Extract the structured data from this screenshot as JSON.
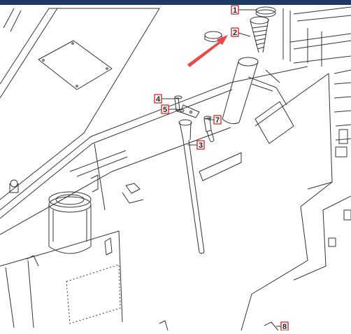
{
  "colors": {
    "topbar": "#1b3a63",
    "line": "#333333",
    "callout_box": "#d42020",
    "arrow": "#e84a4a",
    "paper": "#ffffff"
  },
  "callouts": [
    {
      "id": "1",
      "label": "1"
    },
    {
      "id": "2",
      "label": "2"
    },
    {
      "id": "3",
      "label": "3"
    },
    {
      "id": "4",
      "label": "4"
    },
    {
      "id": "5",
      "label": "5"
    },
    {
      "id": "7",
      "label": "7"
    },
    {
      "id": "8",
      "label": "8"
    }
  ]
}
